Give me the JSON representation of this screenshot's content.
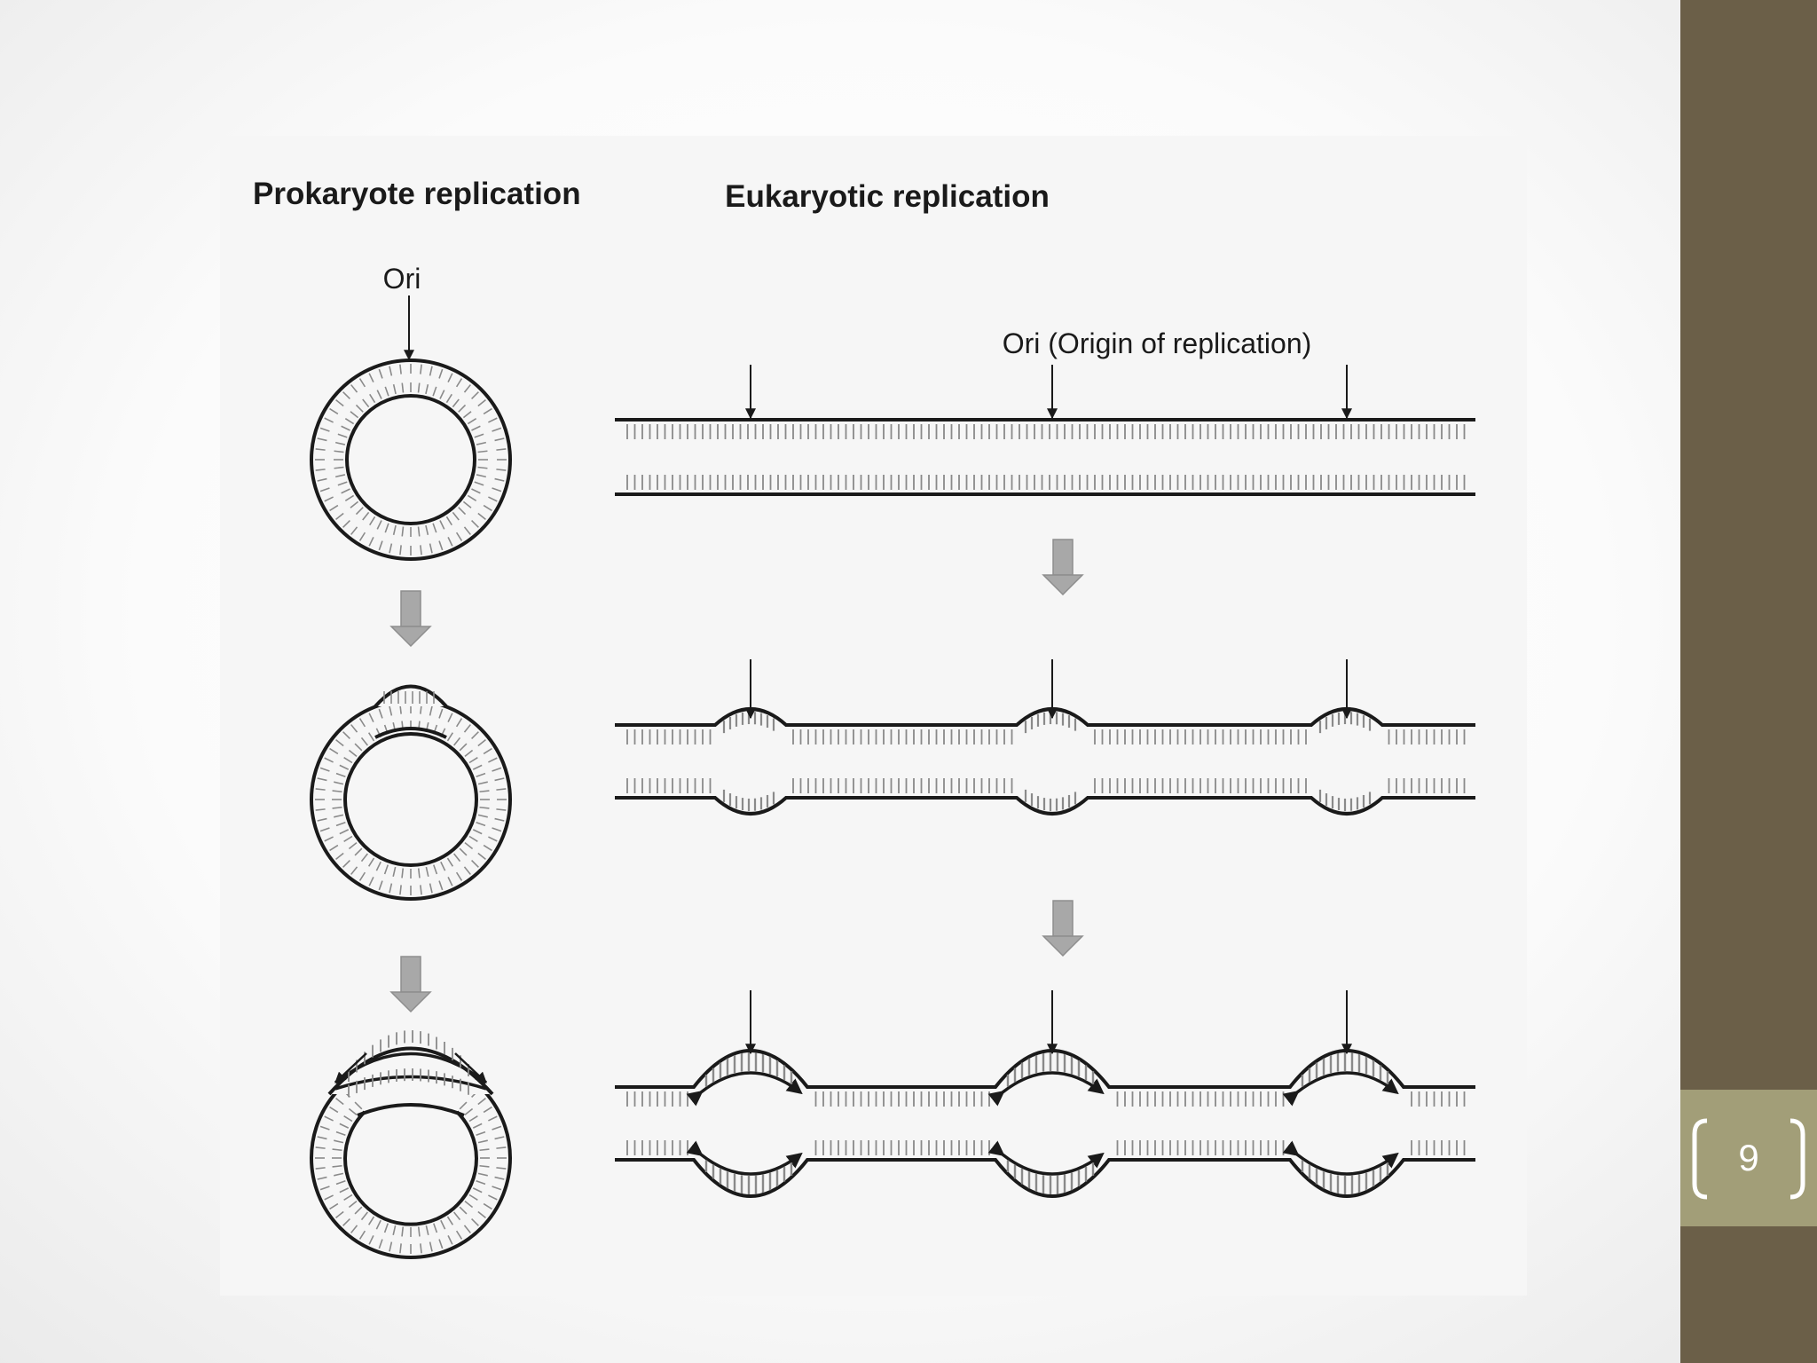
{
  "slide": {
    "page_number": "9"
  },
  "figure": {
    "prokaryote_title": "Prokaryote replication",
    "eukaryote_title": "Eukaryotic replication",
    "prokaryote_ori_label": "Ori",
    "eukaryote_ori_label": "Ori (Origin of replication)",
    "colors": {
      "ink": "#1a1a1a",
      "hatch": "#8a8a8a",
      "step_arrow": "#a8a8a8",
      "panel": "#f6f6f6",
      "side_bar": "#6b5f48",
      "page_tab": "#a29e78"
    }
  }
}
